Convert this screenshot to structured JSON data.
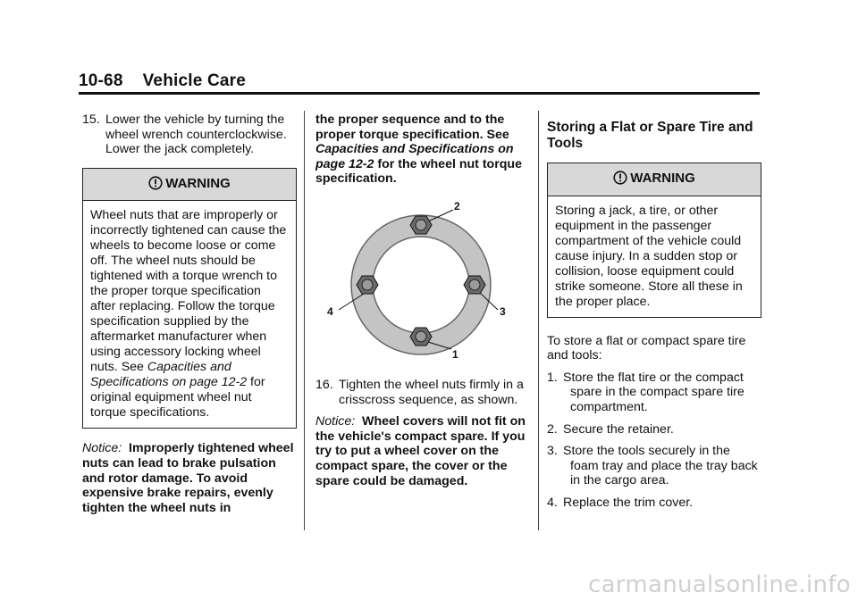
{
  "header": {
    "page_number": "10-68",
    "section": "Vehicle Care"
  },
  "col1": {
    "step15": {
      "num": "15.",
      "text": "Lower the vehicle by turning the wheel wrench counterclockwise. Lower the jack completely."
    },
    "warning": {
      "title": "WARNING",
      "text_before": "Wheel nuts that are improperly or incorrectly tightened can cause the wheels to become loose or come off. The wheel nuts should be tightened with a torque wrench to the proper torque specification after replacing. Follow the torque specification supplied by the aftermarket manufacturer when using accessory locking wheel nuts. See ",
      "ref": "Capacities and Specifications on page 12-2",
      "text_after": " for original equipment wheel nut torque specifications."
    },
    "notice": {
      "label": "Notice:",
      "text": "Improperly tightened wheel nuts can lead to brake pulsation and rotor damage. To avoid expensive brake repairs, evenly tighten the wheel nuts in"
    }
  },
  "col2": {
    "cont_before": "the proper sequence and to the proper torque specification. See ",
    "cont_ref": "Capacities and Specifications on page 12-2",
    "cont_after": " for the wheel nut torque specification.",
    "diagram": {
      "labels": [
        "1",
        "2",
        "3",
        "4"
      ]
    },
    "step16": {
      "num": "16.",
      "text": "Tighten the wheel nuts firmly in a crisscross sequence, as shown."
    },
    "notice": {
      "label": "Notice:",
      "text": "Wheel covers will not fit on the vehicle's compact spare. If you try to put a wheel cover on the compact spare, the cover or the spare could be damaged."
    }
  },
  "col3": {
    "title": "Storing a Flat or Spare Tire and Tools",
    "warning": {
      "title": "WARNING",
      "text": "Storing a jack, a tire, or other equipment in the passenger compartment of the vehicle could cause injury. In a sudden stop or collision, loose equipment could strike someone. Store all these in the proper place."
    },
    "intro": "To store a flat or compact spare tire and tools:",
    "steps": [
      {
        "num": "1.",
        "text": "Store the flat tire or the compact spare in the compact spare tire compartment."
      },
      {
        "num": "2.",
        "text": "Secure the retainer."
      },
      {
        "num": "3.",
        "text": "Store the tools securely in the foam tray and place the tray back in the cargo area."
      },
      {
        "num": "4.",
        "text": "Replace the trim cover."
      }
    ]
  },
  "footer": {
    "watermark": "carmanualsonline.info"
  }
}
